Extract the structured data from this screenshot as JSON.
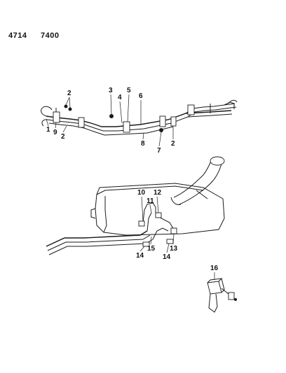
{
  "header": {
    "code_left": "4714",
    "code_right": "7400"
  },
  "callouts": {
    "c1": "1",
    "c2a": "2",
    "c2b": "2",
    "c2c": "2",
    "c3": "3",
    "c4": "4",
    "c5": "5",
    "c6": "6",
    "c7": "7",
    "c8": "8",
    "c9": "9",
    "c10": "10",
    "c11": "11",
    "c12": "12",
    "c13": "13",
    "c14a": "14",
    "c14b": "14",
    "c15": "15",
    "c16": "16"
  }
}
